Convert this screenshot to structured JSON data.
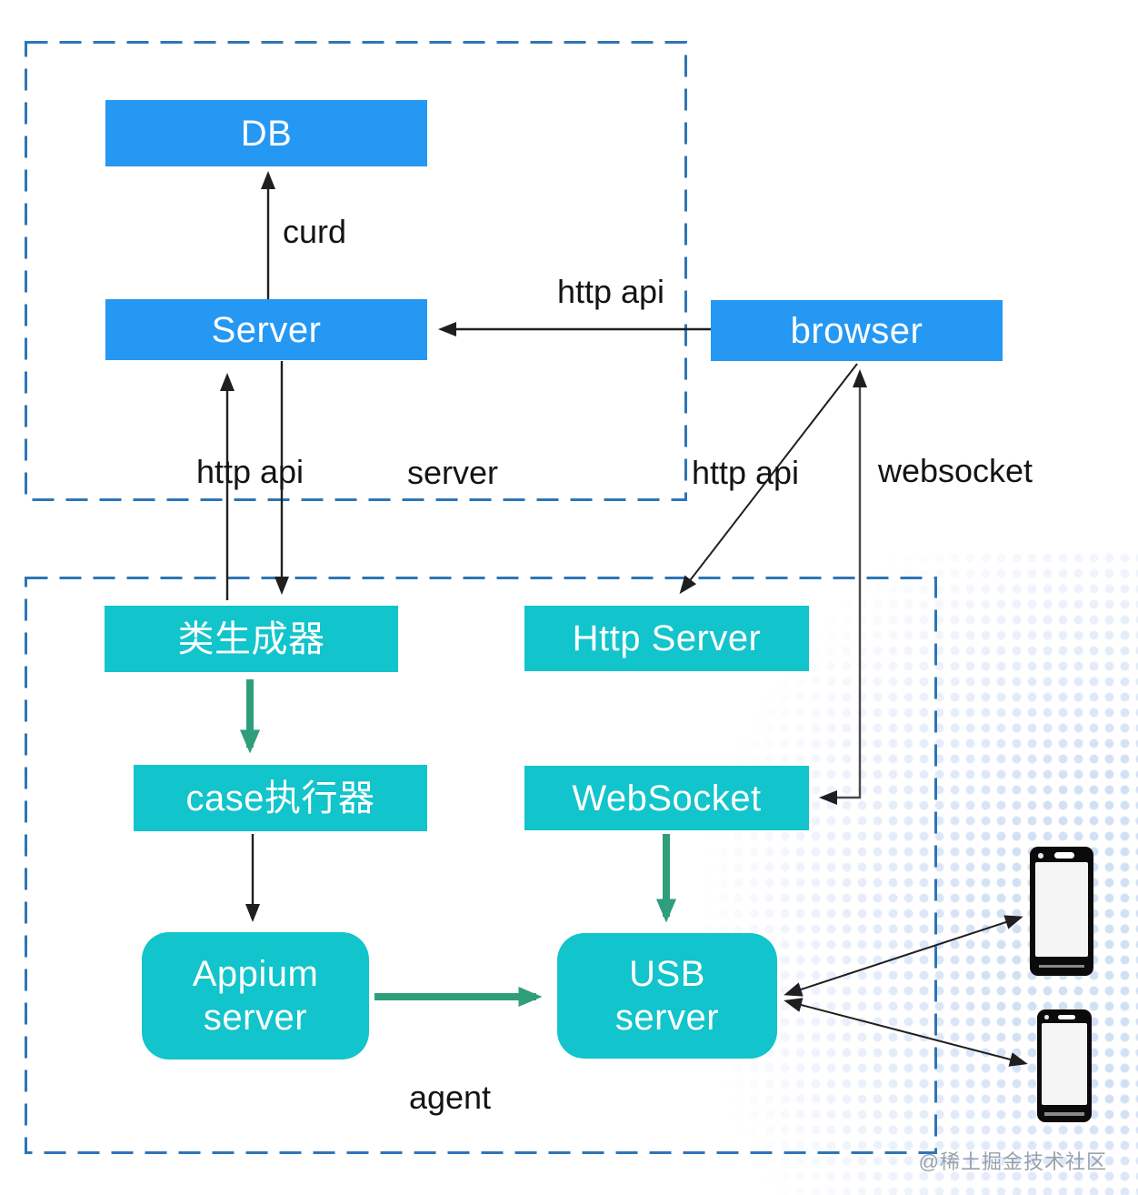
{
  "groups": {
    "server": {
      "label": "server"
    },
    "agent": {
      "label": "agent"
    }
  },
  "nodes": {
    "db": {
      "label": "DB"
    },
    "server": {
      "label": "Server"
    },
    "browser": {
      "label": "browser"
    },
    "class_generator": {
      "label": "类生成器"
    },
    "http_server": {
      "label": "Http Server"
    },
    "case_executor": {
      "label": "case执行器"
    },
    "websocket": {
      "label": "WebSocket"
    },
    "appium_server": {
      "label": "Appium server"
    },
    "usb_server": {
      "label": "USB server"
    }
  },
  "edges": {
    "server_to_db": {
      "label": "curd"
    },
    "browser_to_server": {
      "label": "http api"
    },
    "server_class_generator": {
      "label": "http api"
    },
    "browser_to_http_server": {
      "label": "http api"
    },
    "browser_websocket": {
      "label": "websocket"
    }
  },
  "icons": [
    "phone-icon",
    "phone-icon"
  ],
  "watermark": "@稀土掘金技术社区",
  "colors": {
    "node_blue": "#2598F3",
    "node_teal": "#12C4CB",
    "arrow_green": "#2E9E7B",
    "arrow_black": "#1f1f1f",
    "dashed_border": "#2E75B6",
    "dots": "#cfdef6",
    "watermark_gray": "#99a1ab"
  }
}
